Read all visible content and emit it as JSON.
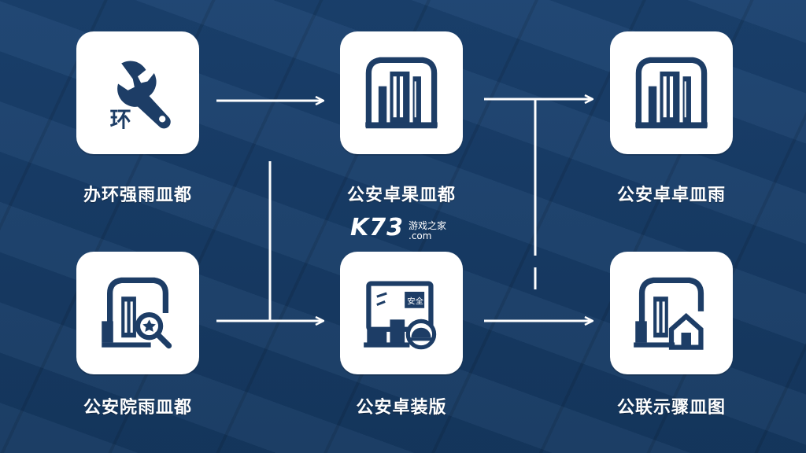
{
  "nodes": [
    {
      "id": "n1",
      "label": "办环强雨皿都",
      "icon": "wrench-icon",
      "icon_text": "环"
    },
    {
      "id": "n2",
      "label": "公安卓果皿都",
      "icon": "building-icon"
    },
    {
      "id": "n3",
      "label": "公安卓卓皿雨",
      "icon": "building-icon"
    },
    {
      "id": "n4",
      "label": "公安院雨皿都",
      "icon": "building-search-icon"
    },
    {
      "id": "n5",
      "label": "公安卓装版",
      "icon": "monitor-helmet-icon",
      "icon_text": "安全"
    },
    {
      "id": "n6",
      "label": "公联示骤皿图",
      "icon": "building-house-icon"
    }
  ],
  "watermark": {
    "logo": "K73",
    "text": "游戏之家",
    "domain": ".com"
  },
  "colors": {
    "background": "#173a63",
    "node": "#ffffff",
    "icon": "#1d3d66",
    "line": "#ffffff"
  }
}
